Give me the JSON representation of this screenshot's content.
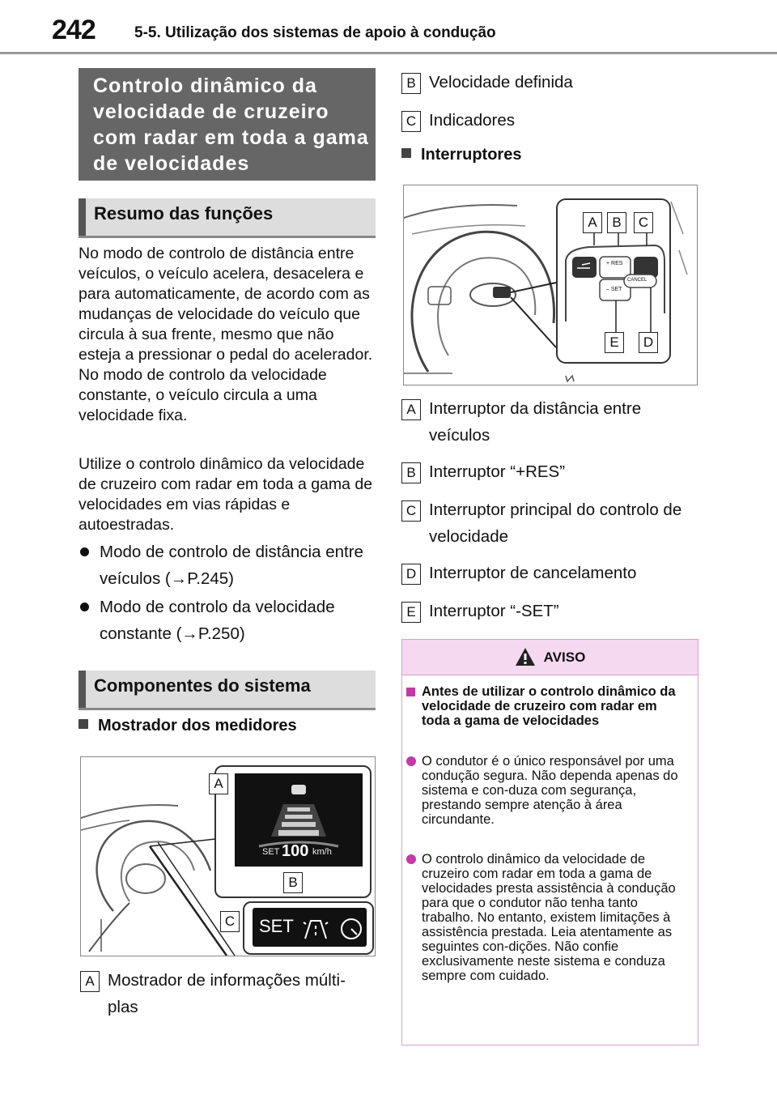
{
  "header": {
    "page_number": "242",
    "section": "5-5. Utilização dos sistemas de apoio à condução"
  },
  "main_title": "Controlo dinâmico da velocidade de cruzeiro com radar em toda a gama de velocidades",
  "summary": {
    "heading": "Resumo das funções",
    "para1": "No modo de controlo de distância entre veículos, o veículo acelera, desacelera e para automaticamente, de acordo com as mudanças de velocidade do veículo que circula à sua frente, mesmo que não esteja a pressionar o pedal do acelerador. No modo de controlo da velocidade constante, o veículo circula a uma velocidade fixa.",
    "para2": "Utilize o controlo dinâmico da velocidade de cruzeiro com radar em toda a gama de velocidades em vias rápidas e autoestradas.",
    "bullet1": "Modo de controlo de distância entre veículos (→P.245)",
    "bullet2": "Modo de controlo da velocidade constante (→P.250)"
  },
  "components": {
    "heading": "Componentes do sistema",
    "meter_heading": "Mostrador dos medidores",
    "meter_fig": {
      "set_speed": "100",
      "unit": "km/h",
      "set_small": "SET",
      "set_big": "SET"
    },
    "meter_items": [
      {
        "key": "A",
        "text": "Mostrador de informações múlti-plas"
      },
      {
        "key": "B",
        "text": "Velocidade definida"
      },
      {
        "key": "C",
        "text": "Indicadores"
      }
    ],
    "switch_heading": "Interruptores",
    "switch_fig": {
      "res_label": "+ RES",
      "set_label": "– SET",
      "cancel_label": "CANCEL"
    },
    "switch_items": [
      {
        "key": "A",
        "text": "Interruptor da distância entre veículos"
      },
      {
        "key": "B",
        "text": "Interruptor “+RES”"
      },
      {
        "key": "C",
        "text": "Interruptor principal do controlo de velocidade"
      },
      {
        "key": "D",
        "text": "Interruptor de cancelamento"
      },
      {
        "key": "E",
        "text": "Interruptor “-SET”"
      }
    ]
  },
  "aviso": {
    "title": "AVISO",
    "subheading": "Antes de utilizar o controlo dinâmico da velocidade de cruzeiro com radar em toda a gama de velocidades",
    "p1": "O condutor é o único responsável por uma condução segura. Não dependa apenas do sistema e con-duza com segurança, prestando sempre atenção à área circundante.",
    "p2": "O controlo dinâmico da velocidade de cruzeiro com radar em toda a gama de velocidades presta assistência à condução para que o condutor não tenha tanto trabalho. No entanto, existem limitações à assistência prestada. Leia atentamente as seguintes con-dições. Não confie exclusivamente neste sistema e conduza sempre com cuidado."
  },
  "figure_labels": {
    "a": "A",
    "b": "B",
    "c": "C",
    "d": "D",
    "e": "E"
  },
  "colors": {
    "accent": "#c33aa8",
    "aviso_bg": "#f5d9f0",
    "title_bg": "#666666"
  }
}
